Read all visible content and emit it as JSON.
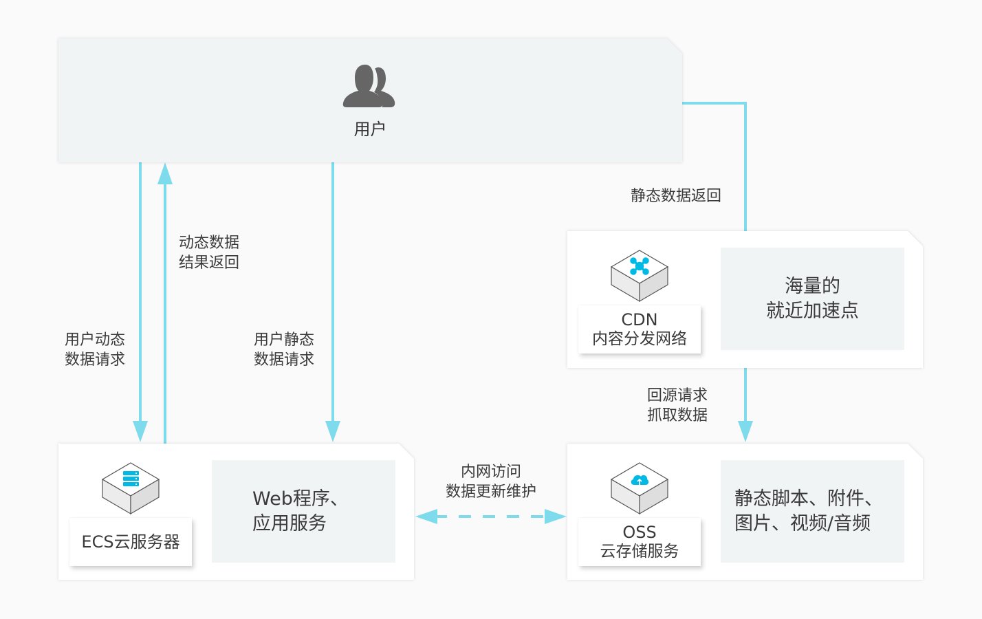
{
  "colors": {
    "arrow": "#7ddbeb",
    "icon_accent": "#00b9e4",
    "panel_bg": "#ffffff",
    "panel_bg_user": "#f1f4f5",
    "desc_bg": "#f1f4f5",
    "text": "#3a3a3a",
    "user_icon": "#666666"
  },
  "nodes": {
    "user": {
      "label": "用户",
      "icon": "users-icon"
    },
    "cdn": {
      "title": "CDN",
      "subtitle": "内容分发网络",
      "icon": "network-node-icon",
      "description_lines": [
        "海量的",
        "就近加速点"
      ]
    },
    "ecs": {
      "title": "ECS云服务器",
      "icon": "server-stack-icon",
      "description_lines": [
        "Web程序、",
        "应用服务"
      ]
    },
    "oss": {
      "title": "OSS",
      "subtitle": "云存储服务",
      "icon": "cloud-upload-icon",
      "description_lines": [
        "静态脚本、附件、",
        "图片、视频/音频"
      ]
    }
  },
  "edges": [
    {
      "from": "user",
      "to": "ecs",
      "label_lines": [
        "用户动态",
        "数据请求"
      ],
      "style": "solid"
    },
    {
      "from": "ecs",
      "to": "user",
      "label_lines": [
        "动态数据",
        "结果返回"
      ],
      "style": "solid"
    },
    {
      "from": "user",
      "to": "ecs",
      "label_lines": [
        "用户静态",
        "数据请求"
      ],
      "style": "solid"
    },
    {
      "from": "cdn",
      "to": "user",
      "label_lines": [
        "静态数据返回"
      ],
      "style": "solid"
    },
    {
      "from": "cdn",
      "to": "oss",
      "label_lines": [
        "回源请求",
        "抓取数据"
      ],
      "style": "solid"
    },
    {
      "from": "ecs",
      "to": "oss",
      "label_lines": [
        "内网访问",
        "数据更新维护"
      ],
      "style": "dashed",
      "bidirectional": true
    }
  ]
}
